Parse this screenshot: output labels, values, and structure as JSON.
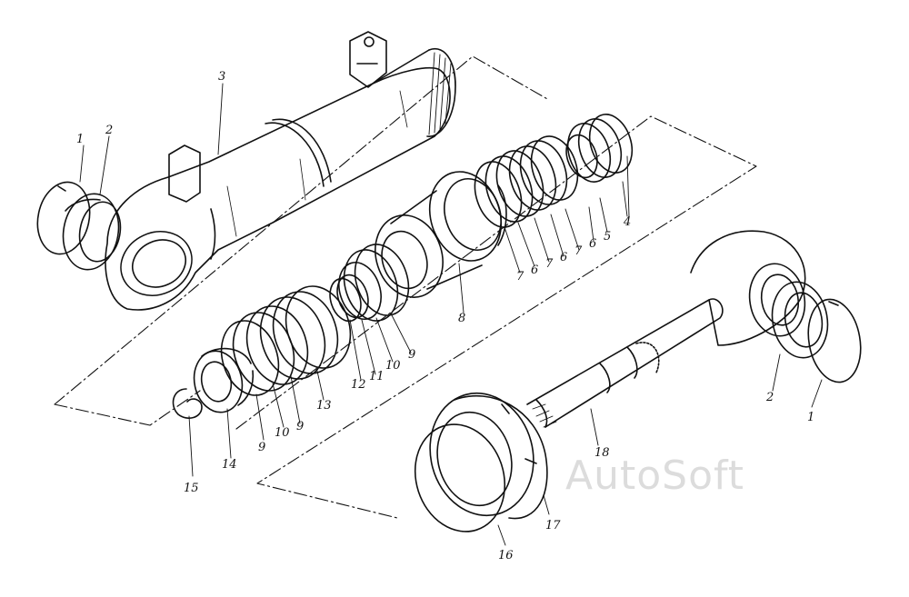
{
  "watermark": "AutoSoft",
  "callouts": {
    "left_retaining_ring": "1",
    "left_bushing": "2",
    "cylinder_body": "3",
    "ring_pack_4": "4",
    "ring_5": "5",
    "ring_6a": "6",
    "ring_6b": "6",
    "ring_6c": "6",
    "ring_7a": "7",
    "ring_7b": "7",
    "ring_7c": "7",
    "piston": "8",
    "ring_9a": "9",
    "ring_9b": "9",
    "ring_9c": "9",
    "ring_10a": "10",
    "ring_10b": "10",
    "seal_11": "11",
    "ring_12": "12",
    "ring_13": "13",
    "nut_14": "14",
    "lock_wire_15": "15",
    "right_retaining_ring": "1",
    "right_bushing": "2",
    "ring_16": "16",
    "cover_17": "17",
    "rod_18": "18"
  }
}
